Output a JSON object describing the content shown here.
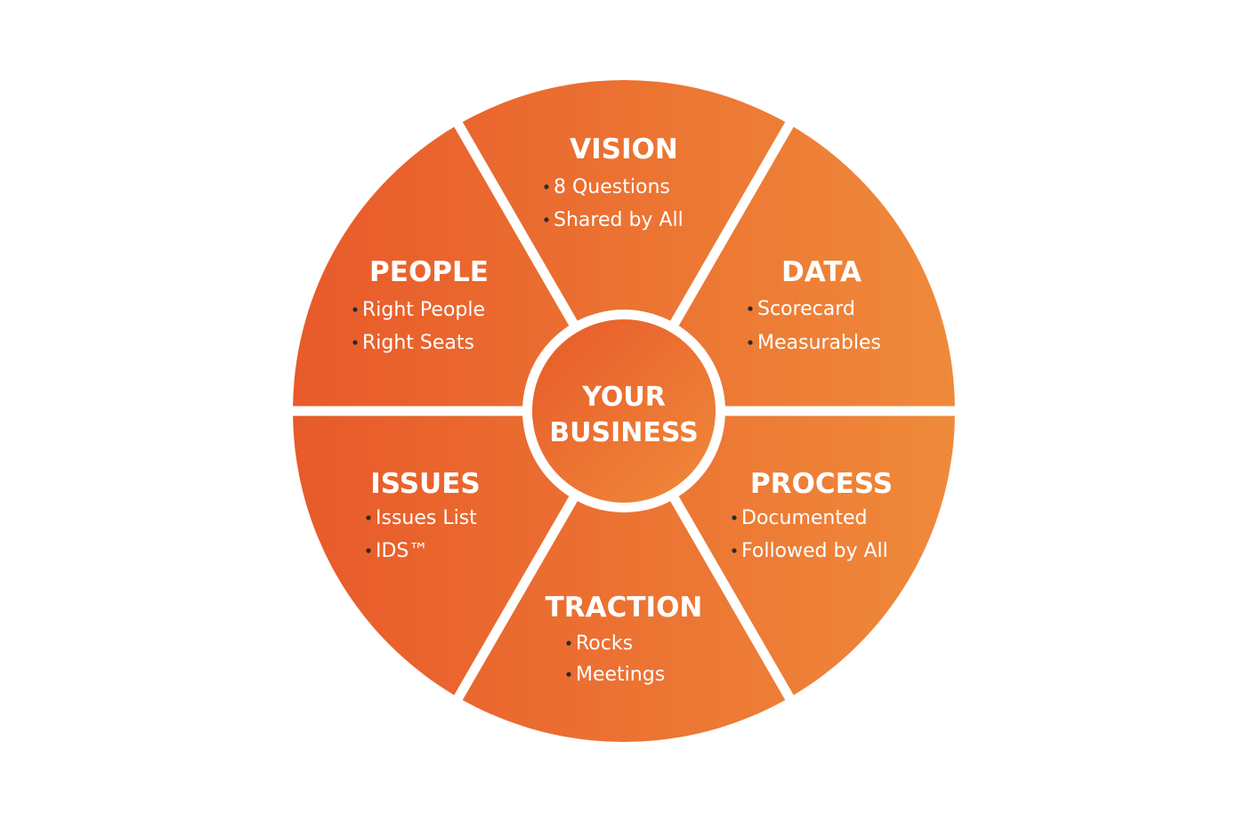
{
  "colors": {
    "primary": "#E85A2A",
    "secondary": "#EF8A3A",
    "divider": "#ffffff",
    "bullet": "#2a2a2a"
  },
  "hub": {
    "lines": [
      "YOUR",
      "BUSINESS"
    ]
  },
  "segments": [
    {
      "id": "vision",
      "title": "VISION",
      "items": [
        "8 Questions",
        "Shared by All"
      ]
    },
    {
      "id": "data",
      "title": "DATA",
      "items": [
        "Scorecard",
        "Measurables"
      ]
    },
    {
      "id": "process",
      "title": "PROCESS",
      "items": [
        "Documented",
        "Followed by All"
      ]
    },
    {
      "id": "traction",
      "title": "TRACTION",
      "items": [
        "Rocks",
        "Meetings"
      ]
    },
    {
      "id": "issues",
      "title": "ISSUES",
      "items": [
        "Issues List",
        "IDS™"
      ]
    },
    {
      "id": "people",
      "title": "PEOPLE",
      "items": [
        "Right People",
        "Right Seats"
      ]
    }
  ]
}
